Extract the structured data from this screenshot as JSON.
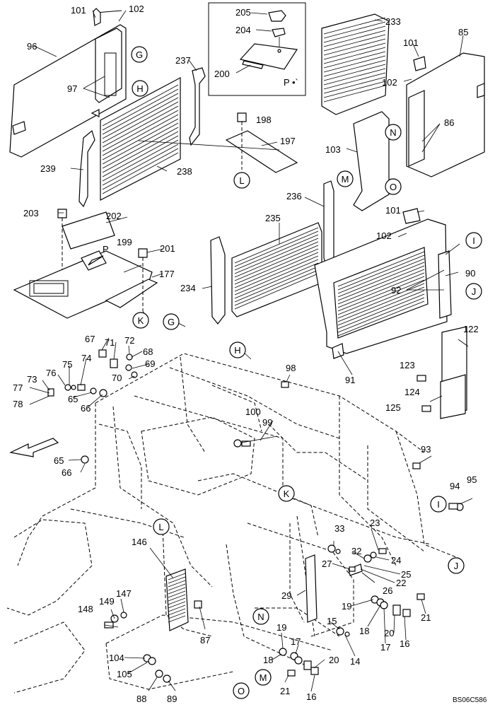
{
  "drawing_code": "BS06C586",
  "view_label": "P",
  "part_numbers": {
    "p14": "14",
    "p15": "15",
    "p16": "16",
    "p17": "17",
    "p18": "18",
    "p19": "19",
    "p20": "20",
    "p21": "21",
    "p22": "22",
    "p23": "23",
    "p24": "24",
    "p25": "25",
    "p26": "26",
    "p27": "27",
    "p29": "29",
    "p32": "32",
    "p33": "33",
    "p65": "65",
    "p66": "66",
    "p67": "67",
    "p68": "68",
    "p69": "69",
    "p70": "70",
    "p71": "71",
    "p72": "72",
    "p73": "73",
    "p74": "74",
    "p75": "75",
    "p76": "76",
    "p77": "77",
    "p78": "78",
    "p85": "85",
    "p86": "86",
    "p87": "87",
    "p88": "88",
    "p89": "89",
    "p90": "90",
    "p91": "91",
    "p92": "92",
    "p93": "93",
    "p94": "94",
    "p95": "95",
    "p96": "96",
    "p97": "97",
    "p98": "98",
    "p99": "99",
    "p100": "100",
    "p101": "101",
    "p102": "102",
    "p103": "103",
    "p104": "104",
    "p105": "105",
    "p122": "122",
    "p123": "123",
    "p124": "124",
    "p125": "125",
    "p146": "146",
    "p147": "147",
    "p148": "148",
    "p149": "149",
    "p177": "177",
    "p197": "197",
    "p198": "198",
    "p199": "199",
    "p200": "200",
    "p201": "201",
    "p202": "202",
    "p203": "203",
    "p204": "204",
    "p205": "205",
    "p233": "233",
    "p234": "234",
    "p235": "235",
    "p236": "236",
    "p237": "237",
    "p238": "238",
    "p239": "239"
  },
  "callouts": {
    "G": "G",
    "H": "H",
    "I": "I",
    "J": "J",
    "K": "K",
    "L": "L",
    "M": "M",
    "N": "N",
    "O": "O"
  }
}
